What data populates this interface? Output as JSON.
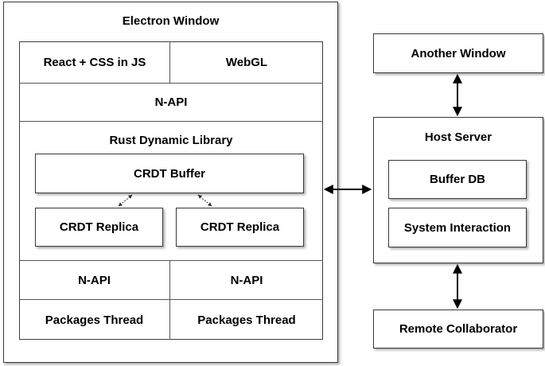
{
  "electron_window": {
    "title": "Electron Window",
    "react_css_label": "React + CSS in JS",
    "webgl_label": "WebGL",
    "napi_top_label": "N-API",
    "rust_library": {
      "title": "Rust Dynamic Library",
      "crdt_buffer_label": "CRDT Buffer",
      "crdt_replica_left_label": "CRDT Replica",
      "crdt_replica_right_label": "CRDT Replica"
    },
    "napi_left_label": "N-API",
    "napi_right_label": "N-API",
    "packages_thread_left_label": "Packages Thread",
    "packages_thread_right_label": "Packages Thread"
  },
  "another_window": {
    "label": "Another Window"
  },
  "host_server": {
    "title": "Host Server",
    "buffer_db_label": "Buffer DB",
    "system_interaction_label": "System Interaction"
  },
  "remote_collaborator": {
    "label": "Remote Collaborator"
  }
}
